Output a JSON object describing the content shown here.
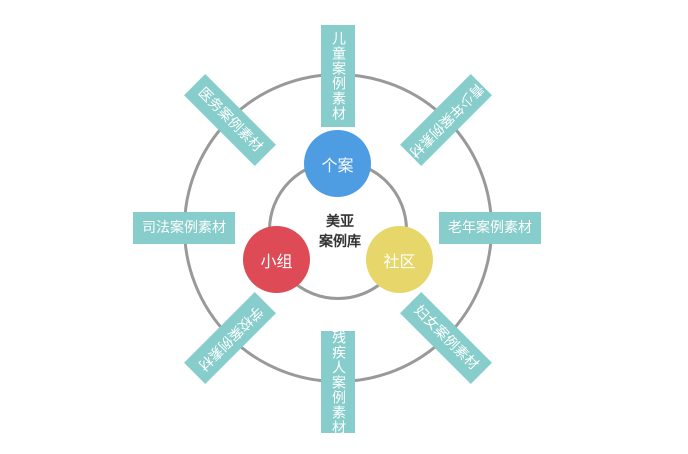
{
  "center": {
    "line1": "美亚",
    "line2": "案例库"
  },
  "methods": [
    {
      "id": "casework",
      "label": "个案",
      "color": "#4e9de3"
    },
    {
      "id": "group",
      "label": "小组",
      "color": "#de4a55"
    },
    {
      "id": "community",
      "label": "社区",
      "color": "#e7d66a"
    }
  ],
  "categories": {
    "children": "儿童案例素材",
    "youth": "青少年案例素材",
    "elderly": "老年案例素材",
    "women": "妇女案例素材",
    "disabled": "残疾人案例素材",
    "school": "学校案例素材",
    "judicial": "司法案例素材",
    "medical": "医务案例素材"
  },
  "colors": {
    "box": "#86cdcb",
    "ring": "#999999",
    "text": "#333333"
  }
}
